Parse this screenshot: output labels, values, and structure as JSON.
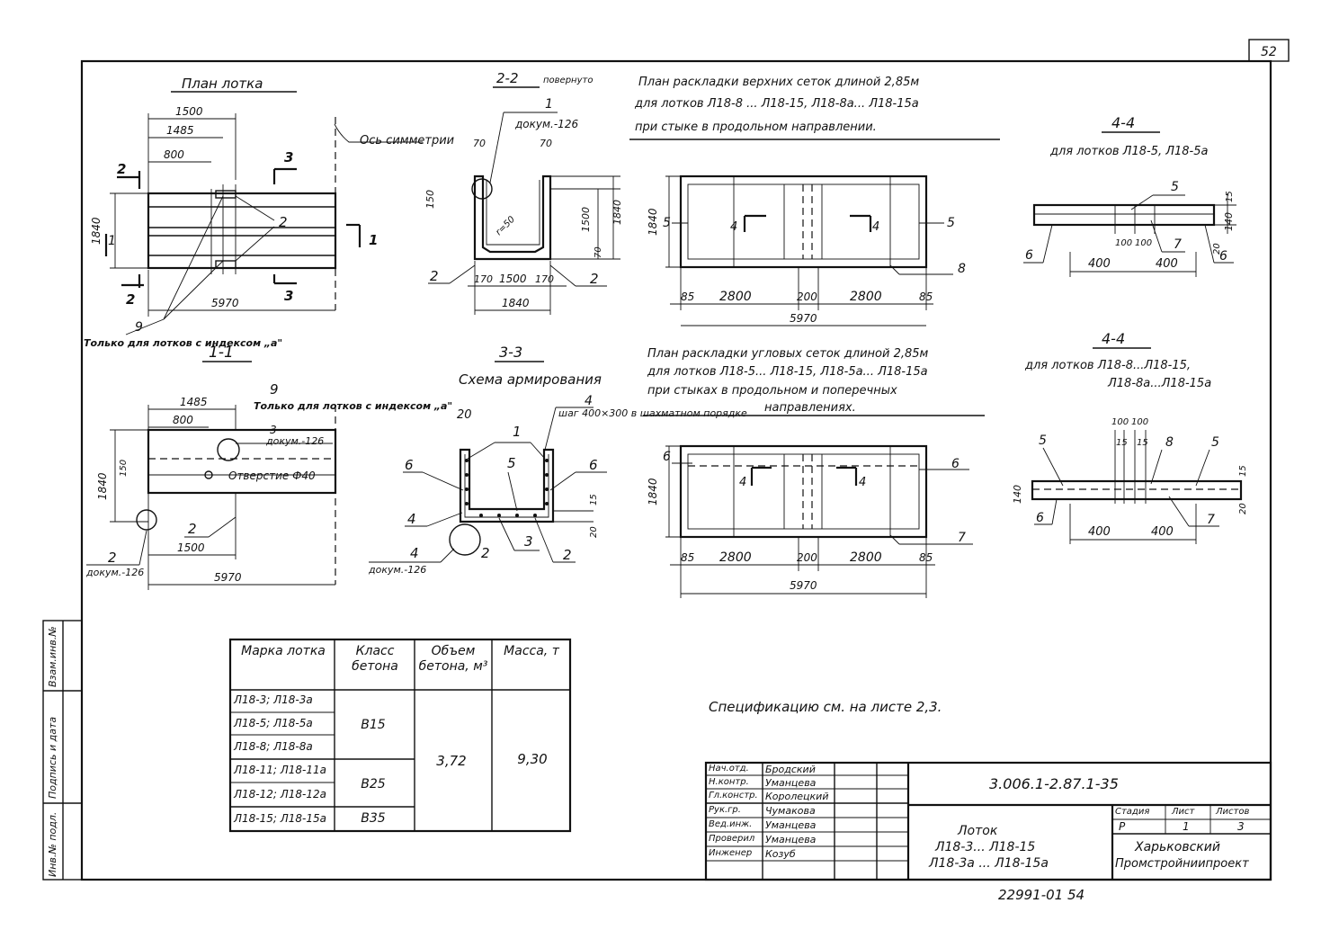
{
  "sheet_number": "52",
  "footer_number": "22991-01 54",
  "plan_lotka": {
    "title": "План лотка",
    "dims": [
      "1500",
      "1485",
      "800",
      "1840",
      "5970"
    ],
    "axis_label": "Ось симметрии",
    "section_marks": [
      "2",
      "2",
      "3",
      "3",
      "1",
      "1"
    ],
    "callouts": [
      "2",
      "9"
    ],
    "note": "Только для лотков с индексом „а\""
  },
  "section_2_2": {
    "title": "2-2",
    "suffix": "повернуто",
    "dims": [
      "70",
      "70",
      "150",
      "1500",
      "1840",
      "r=50",
      "170",
      "1500",
      "170",
      "1840",
      "70"
    ],
    "callouts": [
      "1",
      "2",
      "2"
    ],
    "doc_ref": "докум.-126"
  },
  "section_1_1": {
    "title": "1-1",
    "dims": [
      "1485",
      "800",
      "1840",
      "150",
      "1500",
      "5970"
    ],
    "note": "Только для лотков с индексом „а\"",
    "callouts": [
      "9",
      "3",
      "2",
      "2"
    ],
    "doc_ref_top": "докум.-126",
    "doc_ref_bottom": "докум.-126",
    "hole": "Отверстие Ф40"
  },
  "section_3_3": {
    "title": "3-3",
    "subtitle": "Схема армирования",
    "step_note": "шаг 400×300 в шахматном порядке",
    "dims": [
      "20",
      "15",
      "20"
    ],
    "callouts": [
      "1",
      "4",
      "6",
      "6",
      "5",
      "4",
      "2",
      "3",
      "2",
      "4"
    ],
    "doc_ref": "докум.-126"
  },
  "plan_upper_mesh": {
    "title_lines": [
      "План раскладки верхних сеток длиной 2,85м",
      "для лотков Л18-8 ... Л18-15, Л18-8а... Л18-15а",
      "при стыке в продольном направлении."
    ],
    "dims": [
      "1840",
      "85",
      "2800",
      "200",
      "2800",
      "85",
      "5970"
    ],
    "callouts": [
      "5",
      "5",
      "8",
      "4",
      "4"
    ]
  },
  "plan_corner_mesh": {
    "title_lines": [
      "План раскладки угловых сеток длиной 2,85м",
      "для лотков Л18-5... Л18-15, Л18-5а... Л18-15а",
      "при стыках в продольном и поперечных",
      "направлениях."
    ],
    "dims": [
      "1840",
      "85",
      "2800",
      "200",
      "2800",
      "85",
      "5970"
    ],
    "callouts": [
      "6",
      "6",
      "7",
      "4",
      "4"
    ]
  },
  "section_4_4_a": {
    "title": "4-4",
    "subtitle": "для лотков Л18-5, Л18-5а",
    "dims": [
      "100",
      "100",
      "400",
      "400",
      "15",
      "140",
      "20"
    ],
    "callouts": [
      "5",
      "6",
      "7",
      "6"
    ]
  },
  "section_4_4_b": {
    "title": "4-4",
    "subtitle_lines": [
      "для лотков Л18-8...Л18-15,",
      "Л18-8а...Л18-15а"
    ],
    "dims": [
      "100",
      "100",
      "15",
      "15",
      "140",
      "400",
      "400",
      "15",
      "20"
    ],
    "callouts": [
      "5",
      "8",
      "5",
      "6",
      "7"
    ]
  },
  "spec_table": {
    "headers": [
      "Марка лотка",
      "Класс бетона",
      "Объем бетона, м³",
      "Масса, т"
    ],
    "marks": [
      "Л18-3; Л18-3а",
      "Л18-5; Л18-5а",
      "Л18-8; Л18-8а",
      "Л18-11; Л18-11а",
      "Л18-12; Л18-12а",
      "Л18-15; Л18-15а"
    ],
    "classes": [
      "В15",
      "В25",
      "В35"
    ],
    "volume": "3,72",
    "mass": "9,30"
  },
  "spec_note": "Спецификацию см. на листе 2,3.",
  "title_block": {
    "code": "3.006.1-2.87.1-35",
    "rows": [
      {
        "role": "Нач.отд.",
        "name": "Бродский"
      },
      {
        "role": "Н.контр.",
        "name": "Уманцева"
      },
      {
        "role": "Гл.констр.",
        "name": "Королецкий"
      },
      {
        "role": "Рук.гр.",
        "name": "Чумакова"
      },
      {
        "role": "Вед.инж.",
        "name": "Уманцева"
      },
      {
        "role": "Проверил",
        "name": "Уманцева"
      },
      {
        "role": "Инженер",
        "name": "Козуб"
      }
    ],
    "product_lines": [
      "Лоток",
      "Л18-3... Л18-15",
      "Л18-3а ... Л18-15а"
    ],
    "stage_headers": [
      "Стадия",
      "Лист",
      "Листов"
    ],
    "stage_values": [
      "Р",
      "1",
      "3"
    ],
    "org_lines": [
      "Харьковский",
      "Промстройниипроект"
    ]
  },
  "side_stamp": [
    "Инв.№ подл.",
    "Подпись и дата",
    "Взам.инв.№"
  ]
}
